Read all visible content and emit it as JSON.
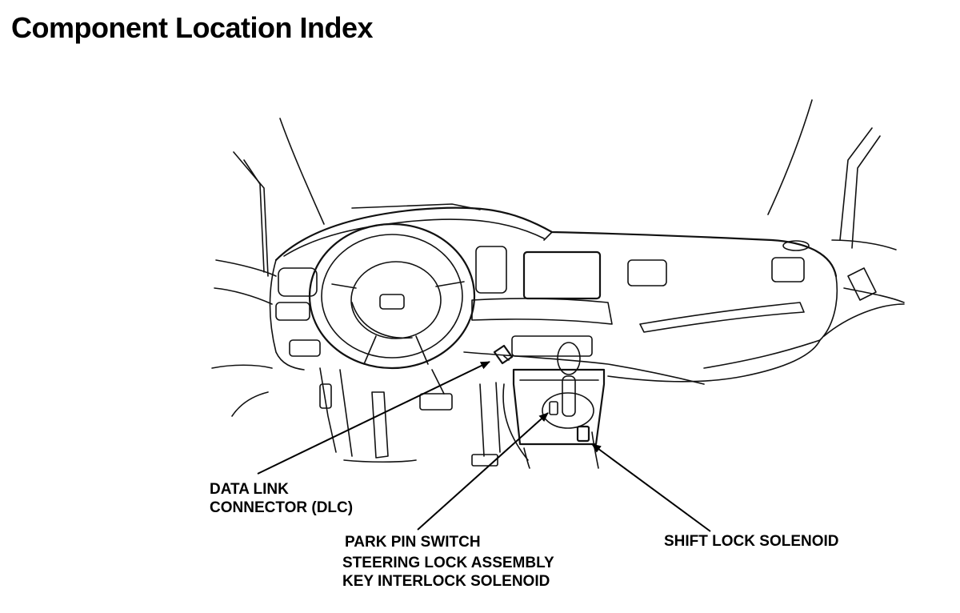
{
  "title": "Component Location Index",
  "labels": {
    "dlc_line1": "DATA LINK",
    "dlc_line2": "CONNECTOR (DLC)",
    "park_pin_switch": "PARK PIN SWITCH",
    "steering_lock_assembly": "STEERING LOCK ASSEMBLY",
    "key_interlock_solenoid": "KEY INTERLOCK SOLENOID",
    "shift_lock_solenoid": "SHIFT LOCK SOLENOID"
  }
}
